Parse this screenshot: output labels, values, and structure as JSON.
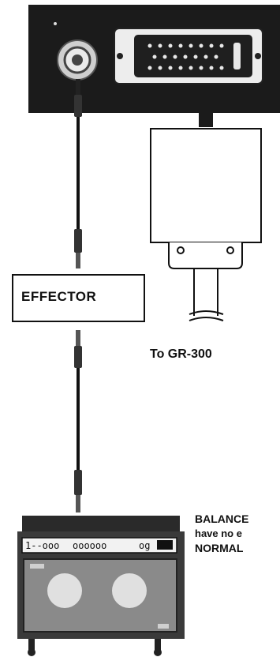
{
  "labels": {
    "effector": "EFFECTOR",
    "to_gr300": "To GR-300"
  },
  "note": {
    "line1": "BALANCE",
    "line2": "have no e",
    "line3": "NORMAL"
  },
  "amp_panel": {
    "slot1": "1--ooo",
    "slot2": "oooooo",
    "slot3": "og"
  },
  "colors": {
    "ink": "#111111",
    "paper": "#ffffff",
    "panel": "#1b1b1b"
  },
  "icons": [
    "jack-icon",
    "multipin-connector-icon",
    "cable-plug-icon",
    "guitar-amplifier-icon"
  ]
}
